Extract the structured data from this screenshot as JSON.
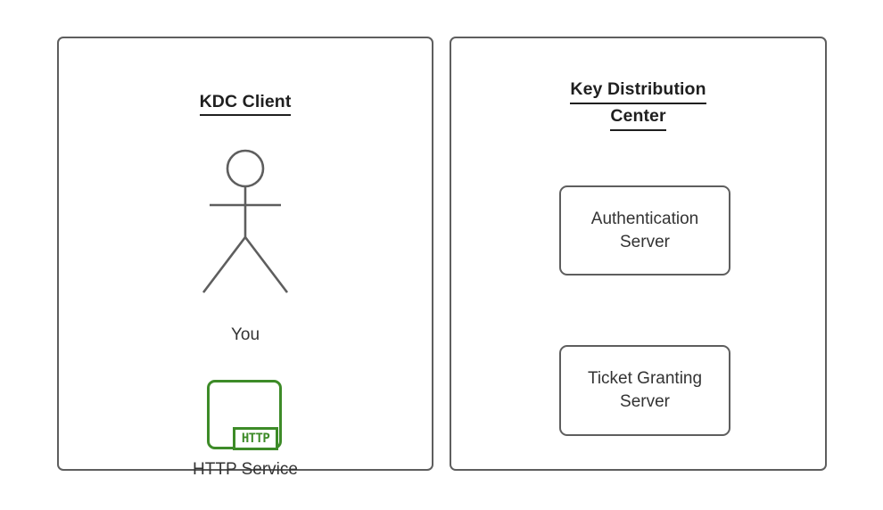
{
  "diagram": {
    "type": "kerberos-architecture-diagram",
    "background_color": "#ffffff",
    "stroke_color": "#5e5e5e",
    "text_color": "#333333",
    "title_color": "#1f1f1f",
    "accent_color": "#3d8b28"
  },
  "panels": [
    {
      "id": "kdc-client",
      "title_lines": [
        "KDC Client"
      ],
      "nodes": [
        {
          "id": "you",
          "icon": "stick-figure-actor-icon",
          "label": "You"
        },
        {
          "id": "http-service",
          "icon": "http-service-icon",
          "badge_text": "HTTP",
          "label": "HTTP Service"
        }
      ]
    },
    {
      "id": "key-distribution-center",
      "title_lines": [
        "Key Distribution",
        "Center"
      ],
      "nodes": [
        {
          "id": "authentication-server",
          "label_lines": [
            "Authentication",
            "Server"
          ]
        },
        {
          "id": "ticket-granting-server",
          "label_lines": [
            "Ticket Granting",
            "Server"
          ]
        }
      ]
    }
  ]
}
